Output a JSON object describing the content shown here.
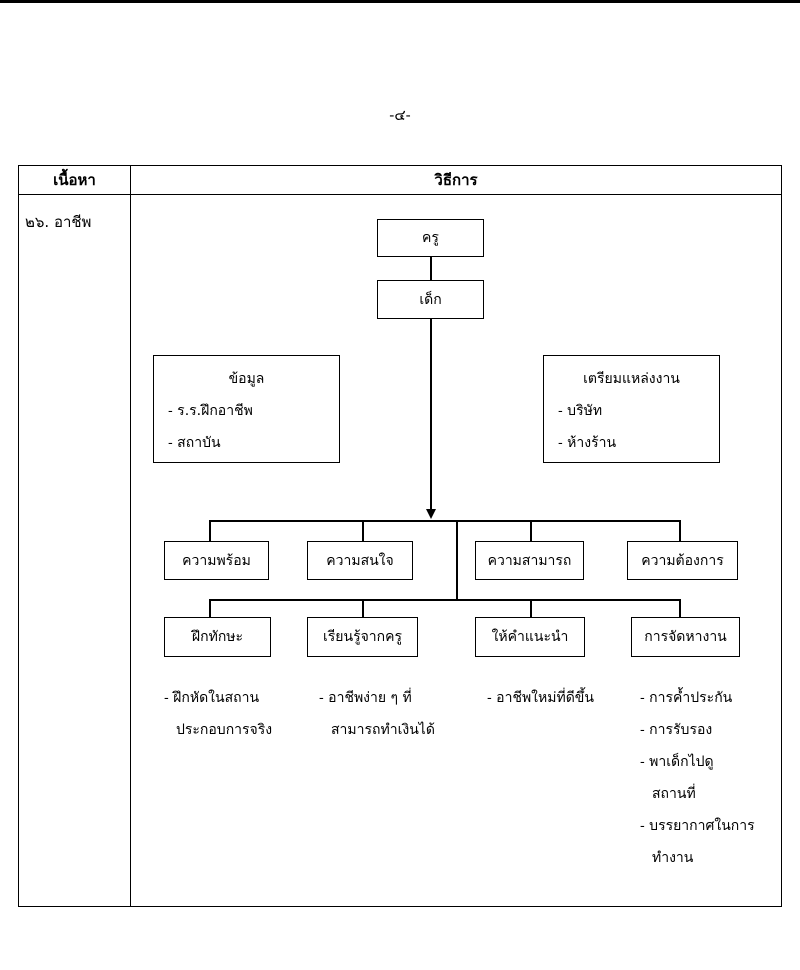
{
  "page_number": "-๔-",
  "table": {
    "header_topic": "เนื้อหา",
    "header_method": "วิธีการ",
    "topic": "๒๖. อาชีพ"
  },
  "chart": {
    "teacher": "ครู",
    "child": "เด็ก",
    "info_box": {
      "title": "ข้อมูล",
      "items": [
        "-   ร.ร.ฝึกอาชีพ",
        "-   สถาบัน"
      ]
    },
    "jobs_box": {
      "title": "เตรียมแหล่งงาน",
      "items": [
        "-   บริษัท",
        "-   ห้างร้าน"
      ]
    },
    "row1": [
      "ความพร้อม",
      "ความสนใจ",
      "ความสามารถ",
      "ความต้องการ"
    ],
    "row2": [
      "ฝึกทักษะ",
      "เรียนรู้จากครู",
      "ให้คำแนะนำ",
      "การจัดหางาน"
    ]
  },
  "notes": {
    "col1": [
      "- ฝึกหัดในสถาน",
      "  ประกอบการจริง"
    ],
    "col2": [
      "- อาชีพง่าย ๆ ที่",
      "  สามารถทำเงินได้"
    ],
    "col3": [
      "- อาชีพใหม่ที่ดีขึ้น"
    ],
    "col4": [
      "- การค้ำประกัน",
      "- การรับรอง",
      "- พาเด็กไปดู",
      "  สถานที่",
      "- บรรยากาศในการ",
      "  ทำงาน"
    ]
  }
}
